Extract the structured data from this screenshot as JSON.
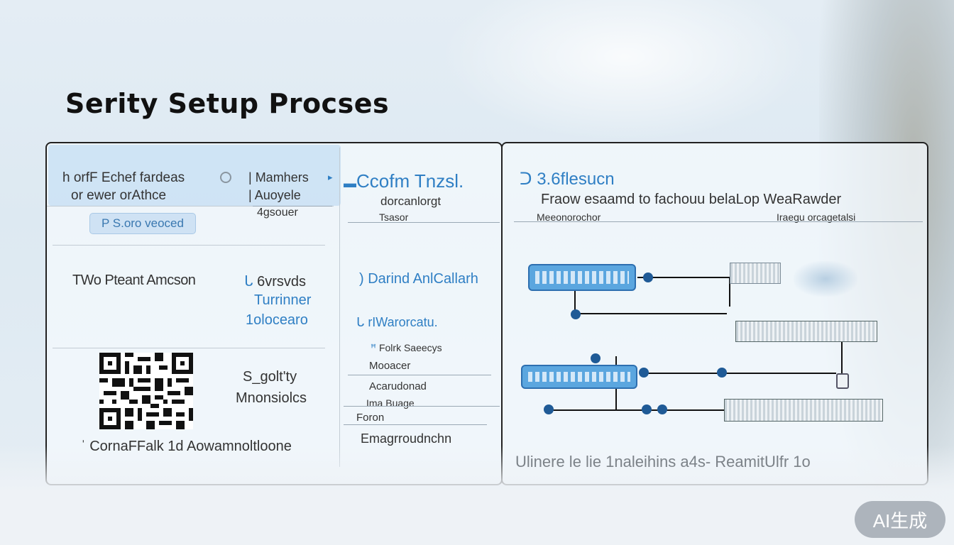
{
  "title": "Serity Setup Procses",
  "left_panel": {
    "col1": {
      "header_line1": "h orfF Echef fardeas",
      "header_line2": "or ewer orAthce",
      "badge": "P  S.oro veoced",
      "section2": "TWo Pteant Amcson",
      "qr_caption": "CornaFFalk 1d Aowamnoltloone"
    },
    "col2": {
      "item1": "Mamhers",
      "item2": "Auoyele",
      "item3": "4gsouer",
      "section2_line1": "6vrsvds",
      "section2_line2": "Turrinner",
      "section2_line3": "1olocearo",
      "section3_line1": "S_golt'ty",
      "section3_line2": "Mnonsiolcs"
    },
    "col3": {
      "header": "Ccofm Tnzsl.",
      "sub1": "dorcanlorgt",
      "sub2": "Tsasor",
      "section2": "Darind AnlCallarh",
      "section3": "rIWarorcatu.",
      "item1": "Folrk Saeecys",
      "item2": "Mooacer",
      "item3": "Acarudonad",
      "item4": "Ima Buage",
      "item5": "Foron",
      "item6": "Emagrroudnchn"
    }
  },
  "right_panel": {
    "header": "3.6flesucn",
    "subtitle": "Fraow esaamd to fachouu belaLop WeaRawder",
    "meta_left": "Meeonorochor",
    "meta_right": "Iraegu orcagetalsi",
    "caption": "Ulinere le lie 1naleihins a4s- ReamitUlfr 1o"
  },
  "watermark": "AI生成"
}
